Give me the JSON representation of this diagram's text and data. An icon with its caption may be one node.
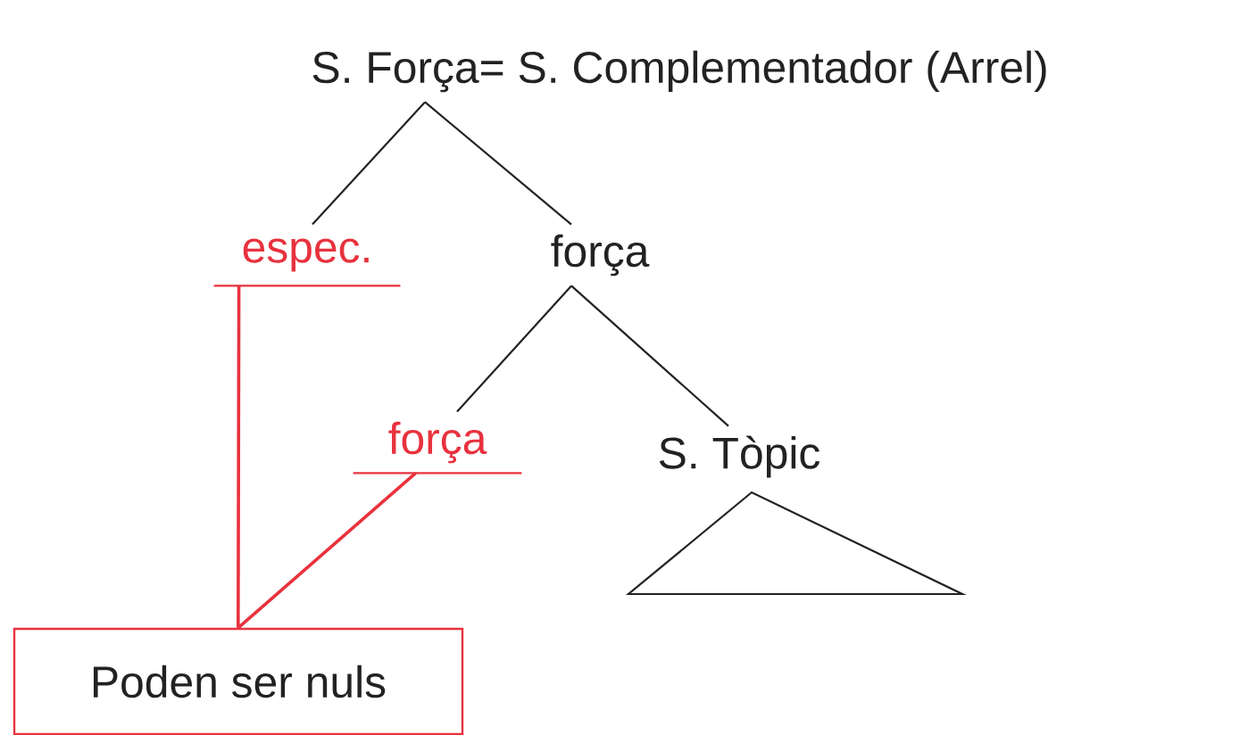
{
  "diagram": {
    "nodes": [
      {
        "text": [
          "S. Força= S. Complementador (Arrel)"
        ]
      },
      {
        "text": [
          "espec."
        ]
      },
      {
        "text": [
          "força"
        ]
      },
      {
        "text": [
          "força"
        ]
      },
      {
        "text": [
          "S. Tòpic"
        ]
      },
      {
        "text": [
          "Poden ser nuls"
        ]
      }
    ],
    "edges": [
      {
        "from": 0,
        "to": 1,
        "arrow": "none"
      },
      {
        "from": 0,
        "to": 2,
        "arrow": "none"
      },
      {
        "from": 2,
        "to": 3,
        "arrow": "none"
      },
      {
        "from": 2,
        "to": 4,
        "arrow": "none"
      },
      {
        "from": 5,
        "to": 1,
        "arrow": "none",
        "color": "#e8323e"
      },
      {
        "from": 5,
        "to": 3,
        "arrow": "none",
        "color": "#e8323e"
      }
    ]
  }
}
